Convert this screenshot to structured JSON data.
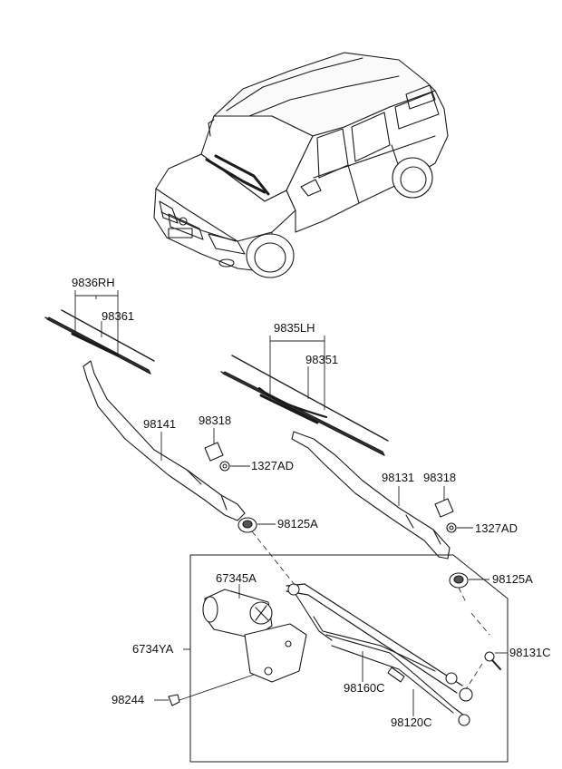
{
  "labels": {
    "rh_blade_assy": "9836RH",
    "rh_blade_refill": "98361",
    "lh_blade_assy": "9835LH",
    "lh_blade_refill": "98351",
    "rh_arm": "98141",
    "rh_cap": "98318",
    "rh_nut": "1327AD",
    "rh_pivot_cap": "98125A",
    "lh_arm": "98131",
    "lh_cap": "98318",
    "lh_nut": "1327AD",
    "lh_pivot_cap": "98125A",
    "motor": "67345A",
    "linkage_assy": "6734YA",
    "bolt": "98131C",
    "linkage_rod_1": "98160C",
    "linkage_rod_2": "98120C",
    "motor_screw": "98244"
  },
  "colors": {
    "line": "#1a1a1a",
    "leader": "#222222",
    "background": "#ffffff"
  }
}
